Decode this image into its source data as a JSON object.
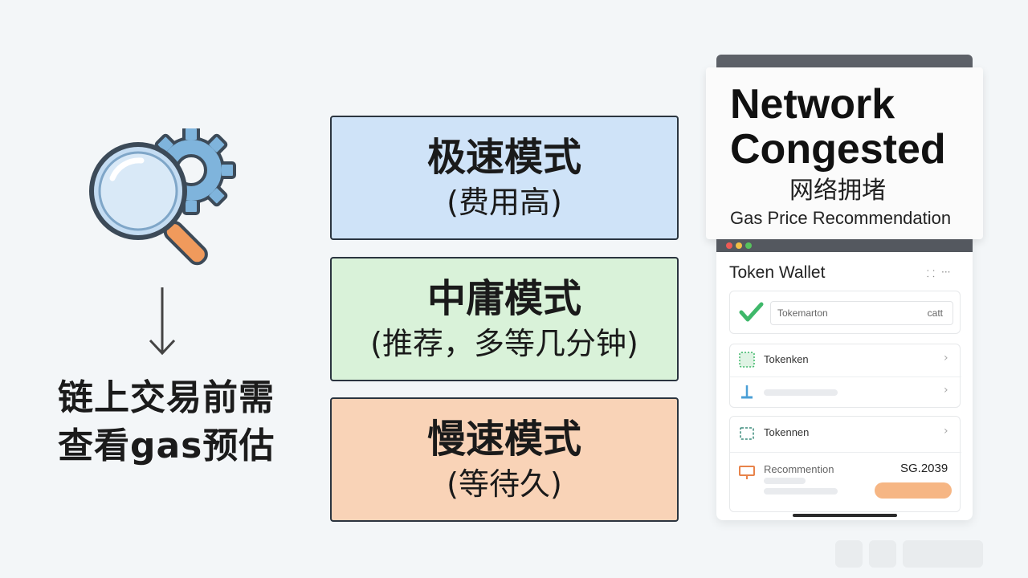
{
  "left": {
    "caption_line1": "链上交易前需",
    "caption_line2": "查看gas预估"
  },
  "modes": [
    {
      "title": "极速模式",
      "sub": "(费用高)",
      "color": "#cfe3f8"
    },
    {
      "title": "中庸模式",
      "sub": "(推荐，多等几分钟)",
      "color": "#d9f2d9"
    },
    {
      "title": "慢速模式",
      "sub": "(等待久)",
      "color": "#f9d3b7"
    }
  ],
  "banner": {
    "line1": "Network",
    "line2": "Congested",
    "cn": "网络拥堵",
    "gas": "Gas Price Recommendation"
  },
  "wallet": {
    "title": "Token Wallet",
    "ctrl_a": "⸬",
    "ctrl_b": "···",
    "input_left": "Tokemarton",
    "input_right": "catt",
    "row1_label": "Tokenken",
    "row3_label": "Tokennen",
    "reco_label": "Recommention",
    "reco_value": "SG.2039",
    "chevron": "›"
  },
  "icons": {
    "hero": "magnifier-with-gear-icon",
    "arrow": "down-arrow-icon",
    "check": "check-icon"
  }
}
